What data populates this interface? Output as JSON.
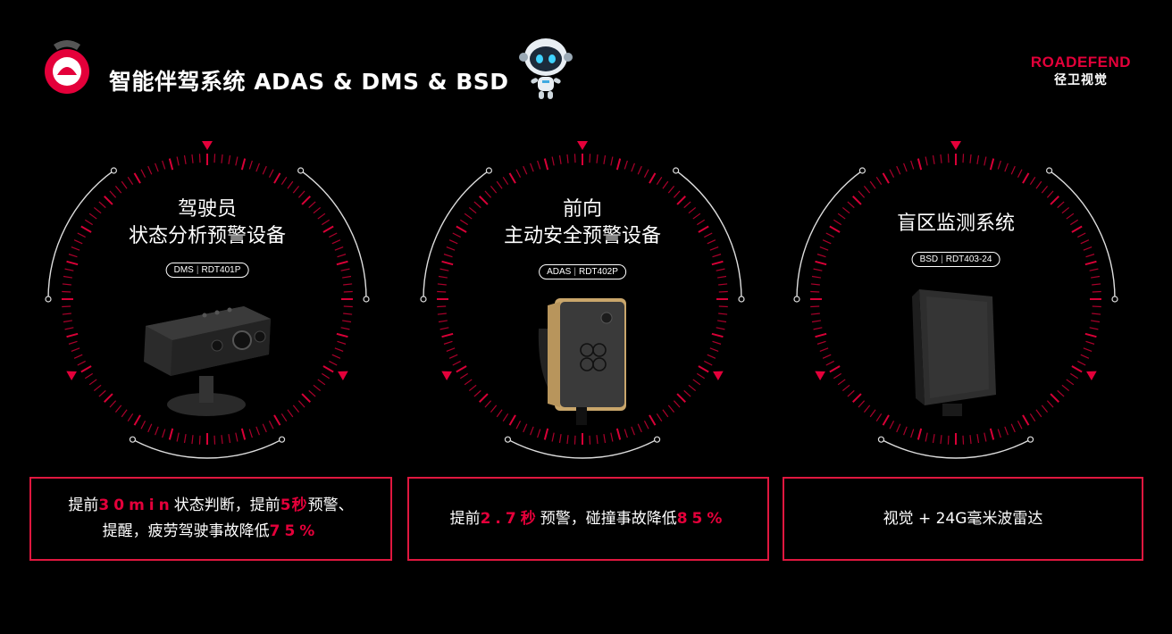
{
  "header": {
    "title": "智能伴驾系统 ADAS & DMS & BSD"
  },
  "brand": {
    "name_en": "ROADEFEND",
    "name_cn": "径卫视觉",
    "accent_color": "#e4003a"
  },
  "products": [
    {
      "title_line1": "驾驶员",
      "title_line2": "状态分析预警设备",
      "badge_type": "DMS",
      "badge_model": "RDT401P",
      "device_icon": "dms-camera-icon",
      "info": {
        "p1": "提前",
        "h1": "30min",
        "p2": "状态判断，提前",
        "h2": "5秒",
        "p3": "预警、",
        "p4": "提醒，疲劳驾驶事故降低",
        "h3": "75%"
      }
    },
    {
      "title_line1": "前向",
      "title_line2": "主动安全预警设备",
      "badge_type": "ADAS",
      "badge_model": "RDT402P",
      "device_icon": "adas-device-icon",
      "info": {
        "p1": "提前",
        "h1": "2.7秒",
        "p2": "预警，碰撞事故降低",
        "h2": "85%"
      }
    },
    {
      "title_line1": "盲区监测系统",
      "badge_type": "BSD",
      "badge_model": "RDT403-24",
      "device_icon": "radar-unit-icon",
      "info": {
        "text": "视觉 + 24G毫米波雷达"
      }
    }
  ]
}
